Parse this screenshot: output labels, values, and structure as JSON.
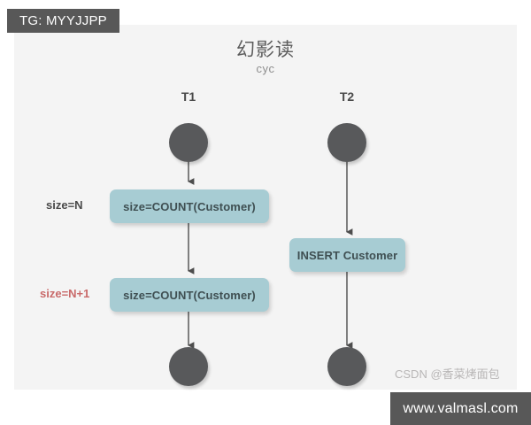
{
  "badge": {
    "label": "TG: MYYJJPP"
  },
  "footer": {
    "url": "www.valmasl.com",
    "watermark": "CSDN @香菜烤面包"
  },
  "diagram": {
    "title": "幻影读",
    "subtitle": "cyc",
    "type": "sequence-diagram",
    "lanes": [
      {
        "id": "t1",
        "label": "T1"
      },
      {
        "id": "t2",
        "label": "T2"
      }
    ],
    "nodes": [
      {
        "id": "t1-start",
        "lane": "t1",
        "kind": "start-node"
      },
      {
        "id": "t1-end",
        "lane": "t1",
        "kind": "end-node"
      },
      {
        "id": "t2-start",
        "lane": "t2",
        "kind": "start-node"
      },
      {
        "id": "t2-end",
        "lane": "t2",
        "kind": "end-node"
      }
    ],
    "actions": [
      {
        "id": "t1-action-1",
        "lane": "t1",
        "label": "size=COUNT(Customer)"
      },
      {
        "id": "t1-action-2",
        "lane": "t1",
        "label": "size=COUNT(Customer)"
      },
      {
        "id": "t2-action-1",
        "lane": "t2",
        "label": "INSERT Customer"
      }
    ],
    "annotations": [
      {
        "id": "note-before",
        "label": "size=N",
        "color": "#4a4a4a"
      },
      {
        "id": "note-after",
        "label": "size=N+1",
        "color": "#c96a6a"
      }
    ]
  },
  "colors": {
    "page_background": "#ffffff",
    "panel_background": "#f4f4f4",
    "node_fill": "#58595b",
    "action_fill": "#a7ccd3",
    "action_text": "#3f4f52",
    "arrow_stroke": "#4d4d4d",
    "badge_background": "#585858",
    "accent_warning": "#c96a6a"
  }
}
